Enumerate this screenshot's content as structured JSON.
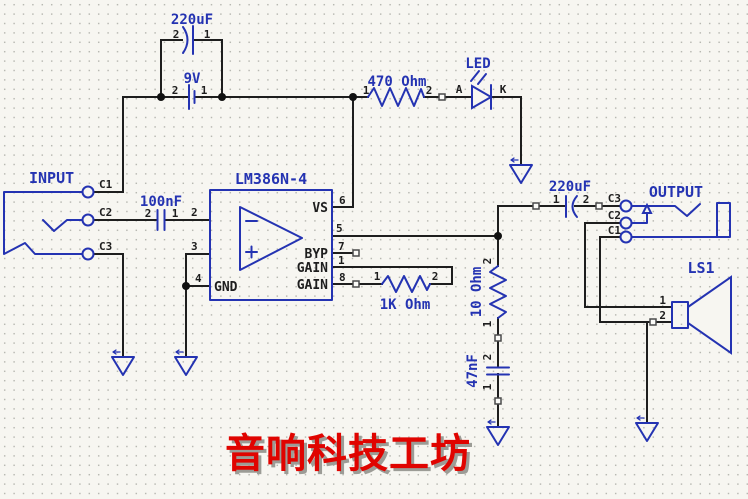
{
  "colors": {
    "component_blue": "#2433b2",
    "wire_black": "#1e1e1e",
    "brand_red": "#e00400",
    "brand_shadow": "#9c9c96",
    "background": "#f7f6f1",
    "grid_dot": "#b3b3ac"
  },
  "branding": {
    "watermark": "音响科技工坊"
  },
  "power": {
    "bypass_cap": {
      "label": "220uF",
      "pin_left": "2",
      "pin_right": "1"
    },
    "battery": {
      "label": "9V",
      "pin_left": "2",
      "pin_right": "1"
    }
  },
  "led_branch": {
    "resistor": {
      "label": "470 Ohm",
      "pin_left": "1",
      "pin_right": "2"
    },
    "led": {
      "label": "LED",
      "anode": "A",
      "cathode": "K"
    }
  },
  "ic": {
    "title": "LM386N-4",
    "pins": {
      "vs": {
        "name": "VS",
        "number": "6"
      },
      "out": {
        "number": "5"
      },
      "byp": {
        "name": "BYP",
        "number": "7"
      },
      "gain1": {
        "name": "GAIN",
        "number": "1"
      },
      "gain8": {
        "name": "GAIN",
        "number": "8"
      },
      "in_minus": {
        "number": "2"
      },
      "in_plus": {
        "number": "3"
      },
      "gnd": {
        "name": "GND",
        "number": "4"
      }
    }
  },
  "input_jack": {
    "label": "INPUT",
    "terminals": [
      "C1",
      "C2",
      "C3"
    ]
  },
  "input_cap": {
    "label": "100nF",
    "pin_left": "2",
    "pin_right": "1"
  },
  "gain_resistor": {
    "label": "1K Ohm",
    "pin_left": "1",
    "pin_right": "2"
  },
  "zobel": {
    "resistor": {
      "label": "10 Ohm",
      "pin_top": "2",
      "pin_bottom": "1"
    },
    "cap": {
      "label": "47nF",
      "pin_top": "2",
      "pin_bottom": "1"
    }
  },
  "output_cap": {
    "label": "220uF",
    "pin_left": "1",
    "pin_right": "2"
  },
  "output_jack": {
    "label": "OUTPUT",
    "terminals": [
      "C3",
      "C2",
      "C1"
    ]
  },
  "speaker": {
    "label": "LS1",
    "pin_top": "1",
    "pin_bottom": "2"
  }
}
